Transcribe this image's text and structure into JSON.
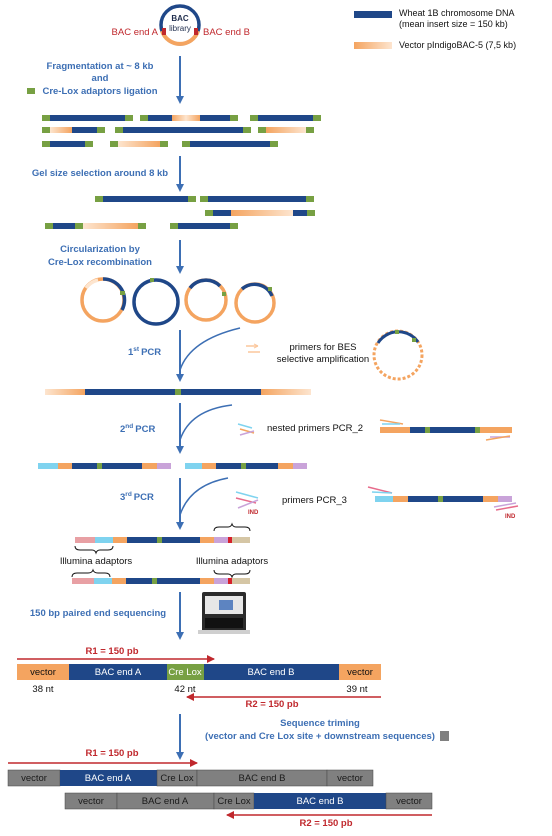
{
  "library": {
    "name_line1": "BAC",
    "name_line2": "library",
    "end_a": "BAC end A",
    "end_b": "BAC end B"
  },
  "legend": {
    "dna_line1": "Wheat 1B chromosome DNA",
    "dna_line2": "(mean insert size = 150 kb)",
    "vector": "Vector pIndigoBAC-5  (7,5 kb)",
    "colors": {
      "dna": "#1f4788",
      "vector": "#f4a460",
      "adaptor": "#77a043",
      "cre": "#8ab04a",
      "gray": "#808080"
    }
  },
  "steps": {
    "frag_line1": "Fragmentation at ~ 8 kb",
    "frag_line2": "and",
    "frag_line3": "Cre-Lox adaptors ligation",
    "gel": "Gel size selection around 8 kb",
    "circ_line1": "Circularization  by",
    "circ_line2": "Cre-Lox recombination",
    "pcr1_num": "1",
    "pcr1_sup": "st",
    "pcr1_word": "PCR",
    "pcr1_primers_line1": "primers for BES",
    "pcr1_primers_line2": "selective amplification",
    "pcr2_num": "2",
    "pcr2_sup": "nd",
    "pcr2_word": "PCR",
    "pcr2_primers": "nested primers PCR_2",
    "pcr3_num": "3",
    "pcr3_sup": "rd",
    "pcr3_word": "PCR",
    "pcr3_primers": "primers  PCR_3",
    "ind": "IND",
    "illumina": "Illumina adaptors",
    "seq": "150 bp paired end sequencing",
    "trim_line1": "Sequence triming",
    "trim_line2": "(vector and  Cre Lox site + downstream sequences)"
  },
  "reads": {
    "r1": "R1 = 150 pb",
    "r2": "R2 = 150 pb",
    "r1_final": "R1 = 150 pb",
    "r2_final": "R2 = 150 pb"
  },
  "seq_bar": {
    "vector_left": "vector",
    "end_a": "BAC end A",
    "cre": "Cre Lox",
    "end_b": "BAC end B",
    "vector_right": "vector",
    "nt_left": "38 nt",
    "nt_mid": "42 nt",
    "nt_right": "39 nt"
  },
  "trim_bar1": {
    "vector_left": "vector",
    "end_a": "BAC end A",
    "cre": "Cre Lox",
    "end_b": "BAC end B",
    "vector_right": "vector"
  },
  "trim_bar2": {
    "vector_left": "vector",
    "end_a": "BAC end A",
    "cre": "Cre Lox",
    "end_b": "BAC end B",
    "vector_right": "vector"
  }
}
